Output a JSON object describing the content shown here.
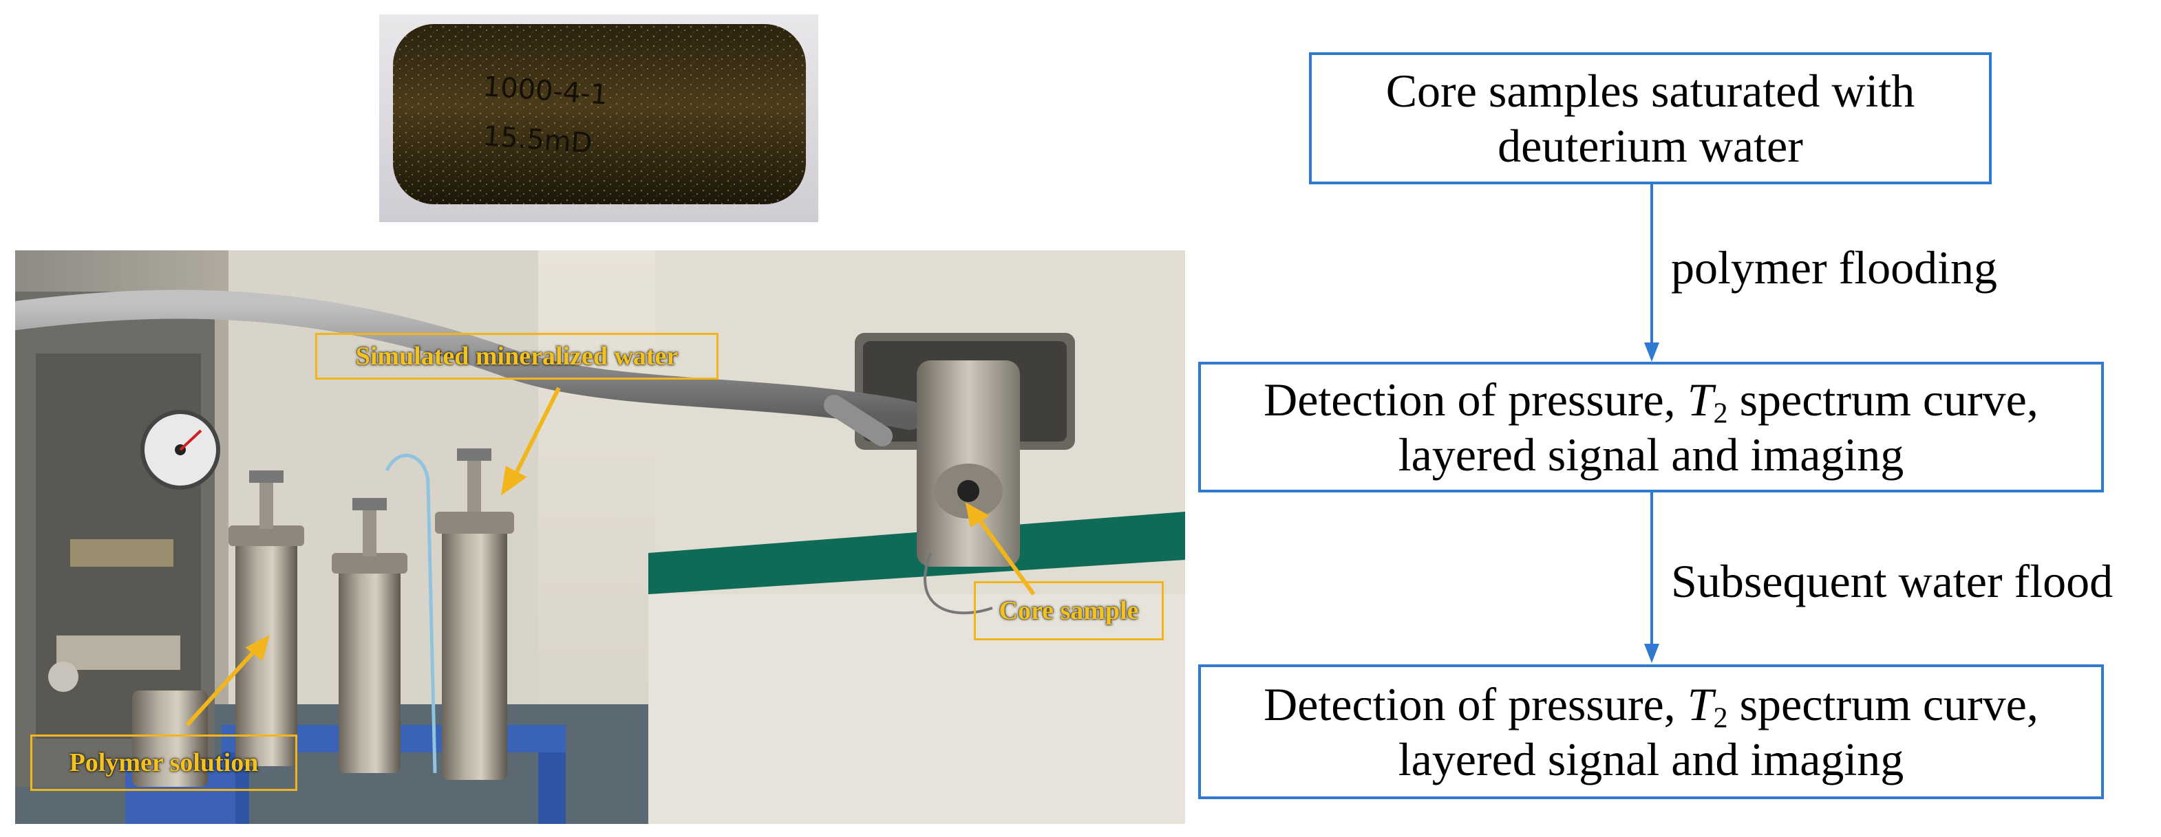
{
  "photo_labels": {
    "simulated_water": "Simulated mineralized water",
    "core_sample": "Core sample",
    "polymer_solution": "Polymer solution"
  },
  "core_photo": {
    "handwriting_line1": "1000-4-1",
    "handwriting_line2": "15.5mD"
  },
  "flowchart": {
    "step1_line1": "Core samples saturated with",
    "step1_line2": "deuterium water",
    "arrow1_label": "polymer flooding",
    "step2_line1_pre": "Detection of pressure, ",
    "step2_var": "T",
    "step2_sub": "2",
    "step2_line1_post": " spectrum curve,",
    "step2_line2": "layered signal and imaging",
    "arrow2_label": "Subsequent water flood",
    "step3_line1_pre": "Detection of pressure, ",
    "step3_var": "T",
    "step3_sub": "2",
    "step3_line1_post": " spectrum curve,",
    "step3_line2": "layered signal and imaging"
  },
  "colors": {
    "flow_border": "#2e7ad1",
    "arrow": "#2e7ad1",
    "photo_label": "#f4c21e"
  }
}
